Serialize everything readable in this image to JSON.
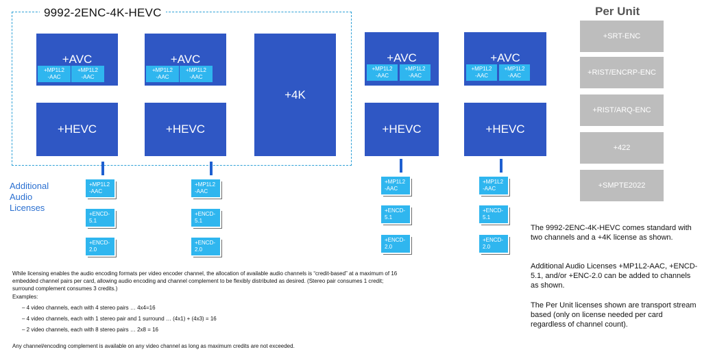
{
  "title": "9992-2ENC-4K-HEVC",
  "per_unit_heading": "Per Unit",
  "avc_label": "+AVC",
  "hevc_label": "+HEVC",
  "k4_label": "+4K",
  "sub_lines": [
    "+MP1L2",
    "-AAC"
  ],
  "additional_audio": [
    "Additional",
    "Audio",
    "Licenses"
  ],
  "licenses": [
    [
      "+MP1L2",
      "-AAC"
    ],
    [
      "+ENCD-",
      "5.1"
    ],
    [
      "+ENCD-",
      "2.0"
    ]
  ],
  "per_unit_items": [
    "+SRT-ENC",
    "+RIST/ENCRP-ENC",
    "+RIST/ARQ-ENC",
    "+422",
    "+SMPTE2022"
  ],
  "notes": [
    "The 9992-2ENC-4K-HEVC  comes standard with two channels and a +4K license as shown.",
    "Additional Audio Licenses +MP1L2-AAC, +ENCD-5.1, and/or +ENC-2.0 can be added to channels as shown.",
    "The Per Unit licenses shown are transport stream based (only on license needed per card regardless of channel count)."
  ],
  "bottom": {
    "para1": "While licensing enables the audio encoding formats per video encoder channel, the allocation of available audio channels is “credit-based” at a maximum of 16 embedded channel pairs per card, allowing audio encoding and channel complement to be flexibly distributed as desired. (Stereo pair consumes 1 credit; surround complement consumes 3 credits.)",
    "examples_label": "Examples:",
    "examples": [
      "– 4 video channels, each with 4 stereo pairs … 4x4=16",
      "– 4 video channels, each with 1 stereo pair and 1 surround … (4x1) + (4x3) = 16",
      "– 2 video channels, each with 8 stereo pairs … 2x8 = 16"
    ],
    "footer": "Any channel/encoding complement is available on any video channel as long as maximum credits are not exceeded."
  }
}
